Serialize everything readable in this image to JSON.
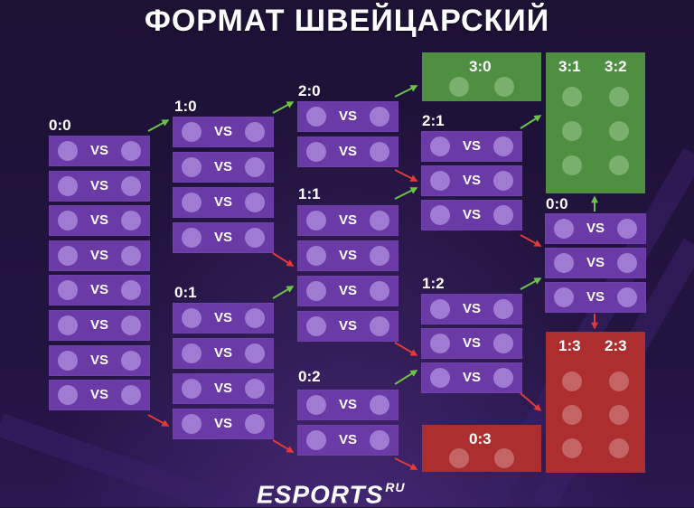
{
  "title": "ФОРМАТ ШВЕЙЦАРСКИЙ",
  "vs_label": "VS",
  "columns": [
    {
      "groups": [
        {
          "score": "0:0",
          "matches": 8
        }
      ]
    },
    {
      "groups": [
        {
          "score": "1:0",
          "matches": 4
        },
        {
          "score": "0:1",
          "matches": 4
        }
      ]
    },
    {
      "groups": [
        {
          "score": "2:0",
          "matches": 2
        },
        {
          "score": "1:1",
          "matches": 4
        },
        {
          "score": "0:2",
          "matches": 2
        }
      ]
    },
    {
      "groups": [
        {
          "score": "2:1",
          "matches": 3
        },
        {
          "score": "1:2",
          "matches": 3
        }
      ]
    },
    {
      "groups": [
        {
          "score": "0:0",
          "matches": 3
        }
      ]
    }
  ],
  "result_boxes": {
    "qualified_3_0": {
      "label": "3:0",
      "color": "#4f8f42"
    },
    "qualified_3_1_3_2": {
      "labels": [
        "3:1",
        "3:2"
      ],
      "color": "#4f8f42"
    },
    "eliminated_0_3": {
      "label": "0:3",
      "color": "#ad2e2e"
    },
    "eliminated_1_3_2_3": {
      "labels": [
        "1:3",
        "2:3"
      ],
      "color": "#ad2e2e"
    }
  },
  "colors": {
    "match": "#6a3aa6",
    "win_arrow": "#6cc24a",
    "loss_arrow": "#e03a3a",
    "background": "#1c1033"
  },
  "logo": {
    "text": "ESPORTS",
    "suffix": "RU"
  }
}
